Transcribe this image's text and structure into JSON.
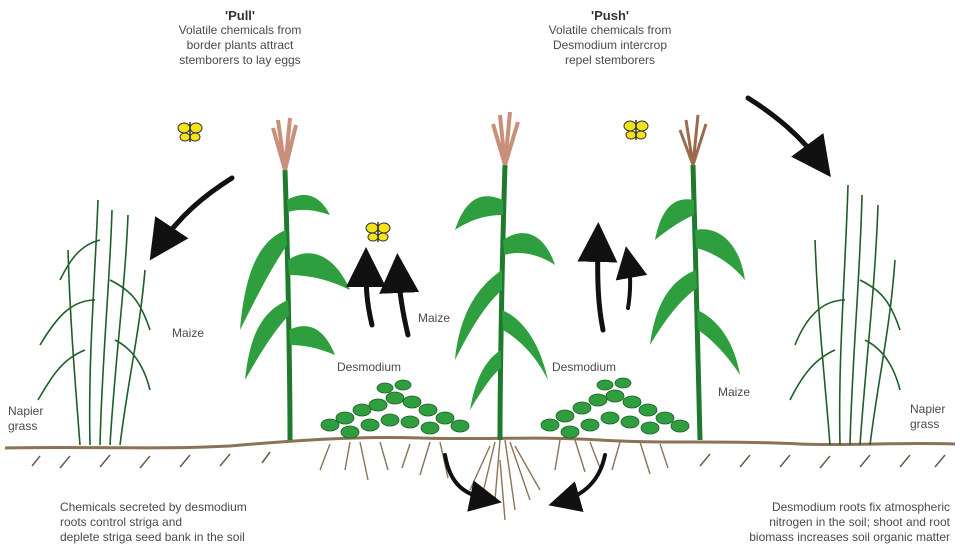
{
  "pull": {
    "title": "'Pull'",
    "lines": [
      "Volatile chemicals from",
      "border plants attract",
      "stemborers to lay eggs"
    ]
  },
  "push": {
    "title": "'Push'",
    "lines": [
      "Volatile chemicals from",
      "Desmodium intercrop",
      "repel stemborers"
    ]
  },
  "labels": {
    "maize_left": "Maize",
    "maize_center": "Maize",
    "maize_right": "Maize",
    "desmodium_left": "Desmodium",
    "desmodium_right": "Desmodium",
    "napier_left": [
      "Napier",
      "grass"
    ],
    "napier_right": [
      "Napier",
      "grass"
    ]
  },
  "bottom_left": [
    "Chemicals secreted by desmodium",
    "roots control striga and",
    "deplete striga seed bank in the soil"
  ],
  "bottom_right": [
    "Desmodium roots fix atmospheric",
    "nitrogen in the soil; shoot and root",
    "biomass increases soil organic matter"
  ],
  "colors": {
    "leaf": "#2e9e3e",
    "leaf_light": "#8fd19a",
    "soil": "#8b7355",
    "tassel": "#c8907a",
    "moth": "#f4e21a",
    "arrow": "#111111"
  }
}
